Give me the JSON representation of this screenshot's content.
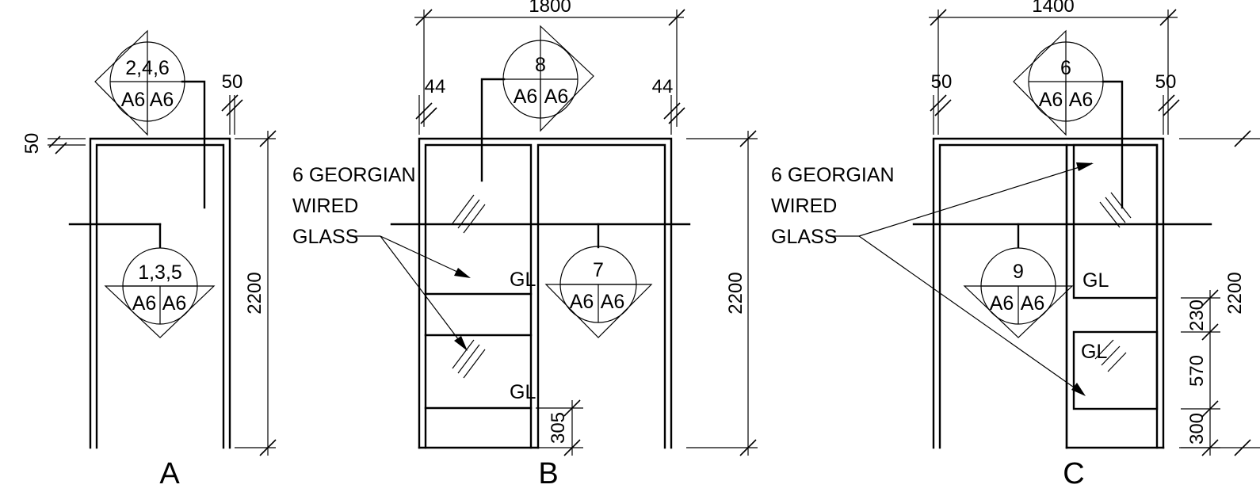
{
  "elevations": {
    "a": {
      "name": "A",
      "dims": {
        "top_left": "50",
        "top_right": "50",
        "height": "2200"
      },
      "callout_top": {
        "ref": "2,4,6",
        "sheet_left": "A6",
        "sheet_right": "A6"
      },
      "callout_bottom": {
        "ref": "1,3,5",
        "sheet_left": "A6",
        "sheet_right": "A6"
      }
    },
    "b": {
      "name": "B",
      "dims": {
        "width": "1800",
        "left_frame": "44",
        "right_frame": "44",
        "height": "2200",
        "bottom_rail": "305"
      },
      "callout_top": {
        "ref": "8",
        "sheet_left": "A6",
        "sheet_right": "A6"
      },
      "callout_bottom": {
        "ref": "7",
        "sheet_left": "A6",
        "sheet_right": "A6"
      },
      "note": {
        "line1": "6 GEORGIAN",
        "line2": "WIRED",
        "line3": "GLASS"
      },
      "glazing_labels": [
        "GL",
        "GL"
      ]
    },
    "c": {
      "name": "C",
      "dims": {
        "width": "1400",
        "left_frame": "50",
        "right_frame": "50",
        "height": "2200",
        "mid_rail": "230",
        "lower_panel": "570",
        "bottom_rail": "300"
      },
      "callout_top": {
        "ref": "6",
        "sheet_left": "A6",
        "sheet_right": "A6"
      },
      "callout_bottom": {
        "ref": "9",
        "sheet_left": "A6",
        "sheet_right": "A6"
      },
      "note": {
        "line1": "6 GEORGIAN",
        "line2": "WIRED",
        "line3": "GLASS"
      },
      "glazing_labels": [
        "GL",
        "GL"
      ]
    }
  }
}
